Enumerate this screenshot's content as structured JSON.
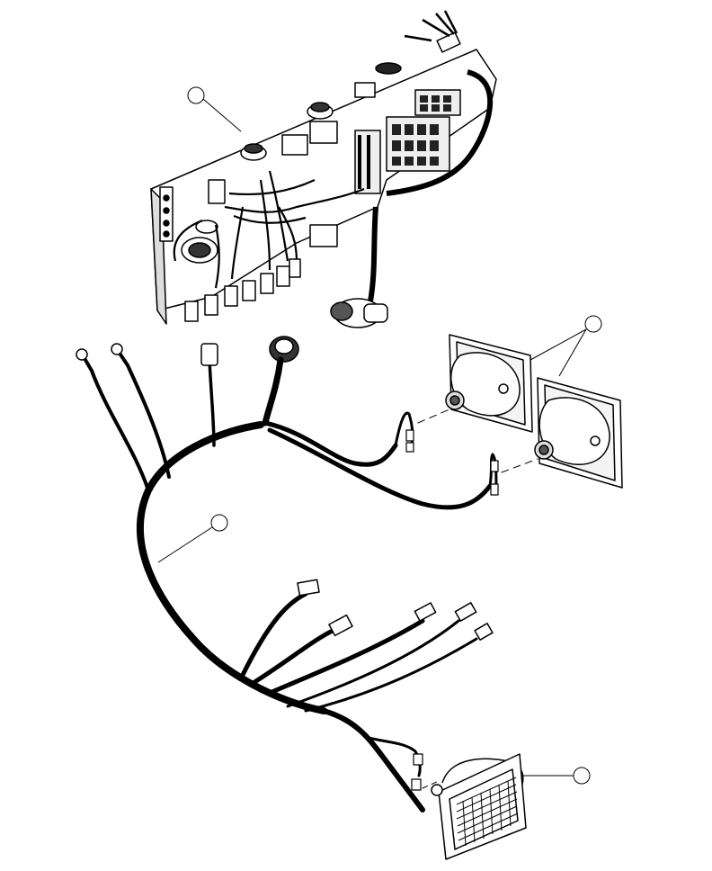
{
  "diagram": {
    "kind": "exploded-parts-view",
    "line_color": "#000000",
    "background": "#ffffff",
    "callouts": [
      {
        "id": "panel",
        "label": ""
      },
      {
        "id": "headlights",
        "label": ""
      },
      {
        "id": "harness",
        "label": ""
      },
      {
        "id": "worklight",
        "label": ""
      }
    ]
  }
}
